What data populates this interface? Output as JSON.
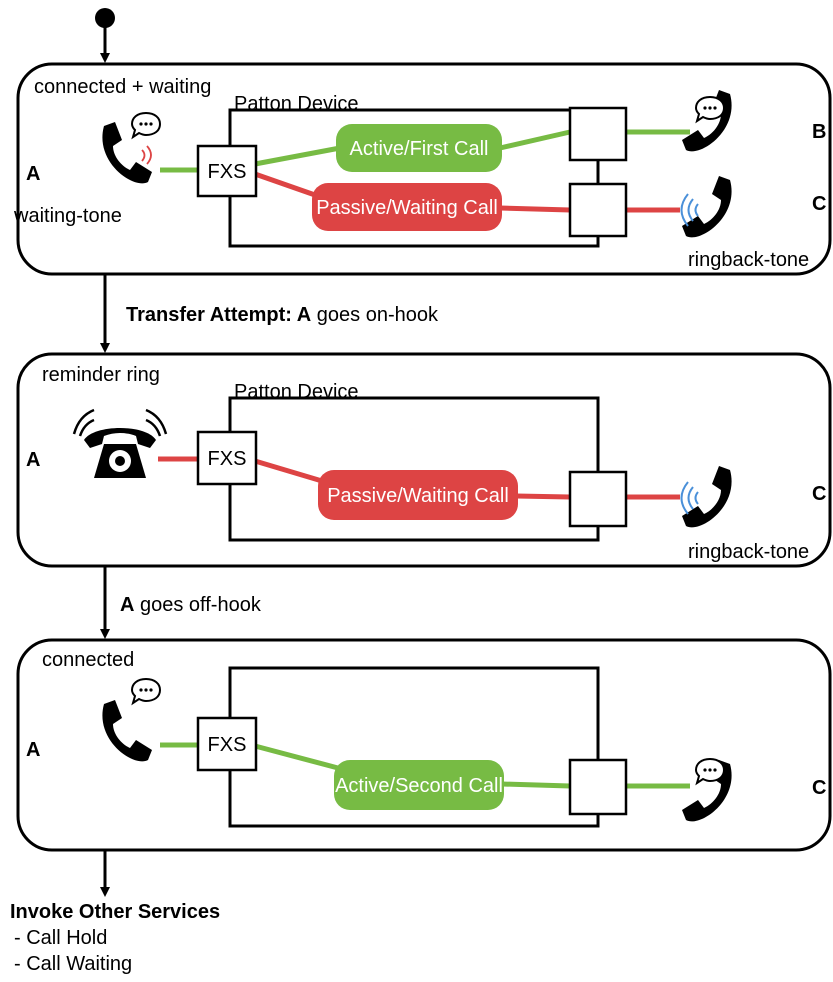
{
  "colors": {
    "active": "#77bb44",
    "passive": "#dd4444",
    "ring_tone": "#4a90d9",
    "stroke": "#000000"
  },
  "states": [
    {
      "title": "connected + waiting",
      "device_label": "Patton Device",
      "port_label": "FXS",
      "party_a": "A",
      "right_parties": [
        "B",
        "C"
      ],
      "phone_a_caption": "waiting-tone",
      "phone_c_caption": "ringback-tone",
      "active_call": "Active/First Call",
      "passive_call": "Passive/Waiting Call"
    },
    {
      "title": "reminder ring",
      "device_label": "Patton Device",
      "port_label": "FXS",
      "party_a": "A",
      "right_parties": [
        "C"
      ],
      "phone_c_caption": "ringback-tone",
      "passive_call": "Passive/Waiting Call"
    },
    {
      "title": "connected",
      "port_label": "FXS",
      "party_a": "A",
      "right_parties": [
        "C"
      ],
      "active_call": "Active/Second Call"
    }
  ],
  "transitions": [
    {
      "bold": "Transfer Attempt: A",
      "rest": " goes on-hook"
    },
    {
      "bold": "A",
      "rest": " goes off-hook"
    }
  ],
  "footer": {
    "title": "Invoke Other Services",
    "items": [
      "- Call Hold",
      "- Call Waiting"
    ]
  },
  "icons": [
    "initial-state-dot-icon",
    "handset-icon",
    "speech-bubble-icon",
    "ringing-waves-icon",
    "desk-phone-ringing-icon"
  ]
}
